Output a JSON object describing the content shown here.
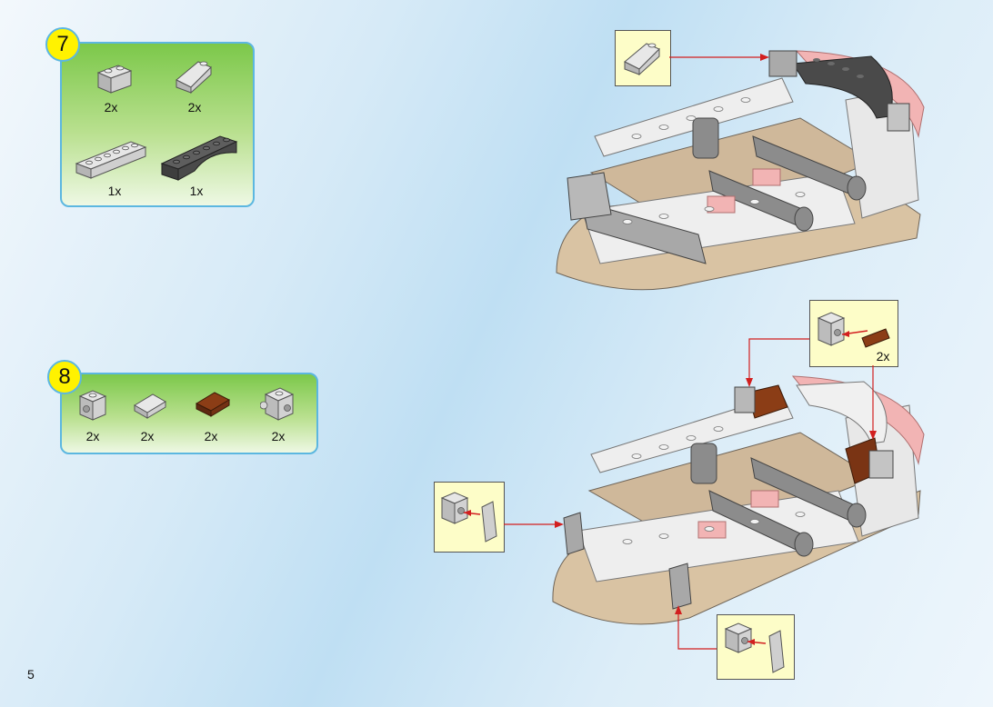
{
  "steps": [
    {
      "number": "7",
      "parts": [
        {
          "icon": "light-gray-brick-1x2-icon",
          "qty": "2x"
        },
        {
          "icon": "light-gray-slope-brick-icon",
          "qty": "2x"
        },
        {
          "icon": "light-gray-brick-1x6-icon",
          "qty": "1x"
        },
        {
          "icon": "dark-gray-arch-brick-icon",
          "qty": "1x"
        }
      ]
    },
    {
      "number": "8",
      "parts": [
        {
          "icon": "light-gray-side-stud-brick-icon",
          "qty": "2x"
        },
        {
          "icon": "light-gray-slope-tile-icon",
          "qty": "2x"
        },
        {
          "icon": "brown-slope-tile-icon",
          "qty": "2x"
        },
        {
          "icon": "light-gray-double-side-stud-brick-icon",
          "qty": "2x"
        }
      ]
    }
  ],
  "callouts": {
    "step8_top": {
      "qty": "2x"
    }
  },
  "colors": {
    "panel_border": "#5cb7e0",
    "badge_fill": "#fff200",
    "callout_fill": "#fdfdc8",
    "arrow": "#d21f1f"
  },
  "page_number": "5"
}
